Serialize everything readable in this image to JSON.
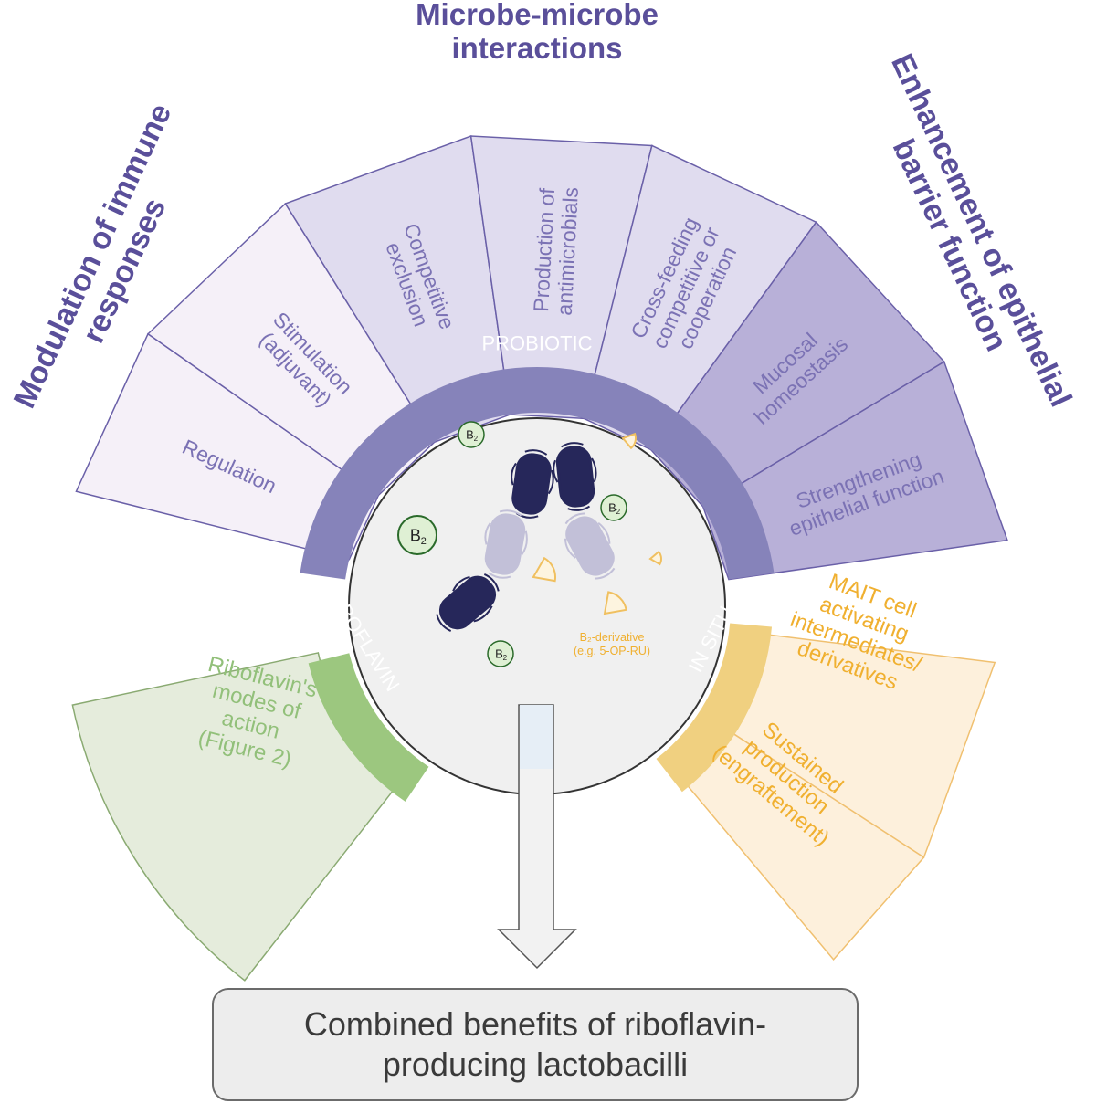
{
  "headings": {
    "immune": [
      "Modulation of immune",
      "responses"
    ],
    "microbe": [
      "Microbe-microbe",
      "interactions"
    ],
    "barrier": [
      "Enhancement of epithelial",
      "barrier function"
    ]
  },
  "probiotic_segments": [
    {
      "key": "regulation",
      "lines": [
        "Regulation"
      ]
    },
    {
      "key": "stimulation",
      "lines": [
        "Stimulation",
        "(adjuvant)"
      ]
    },
    {
      "key": "competitive-exclusion",
      "lines": [
        "Competitive",
        "exclusion"
      ]
    },
    {
      "key": "antimicrobials",
      "lines": [
        "Production of",
        "antimicrobials"
      ]
    },
    {
      "key": "cross-feeding",
      "lines": [
        "Cross-feeding",
        "competitive or",
        "cooperation"
      ]
    },
    {
      "key": "mucosal-homeostasis",
      "lines": [
        "Mucosal",
        "homeostasis"
      ]
    },
    {
      "key": "strengthening",
      "lines": [
        "Strengthening",
        "epithelial function"
      ]
    }
  ],
  "band_labels": {
    "probiotic": "PROBIOTIC",
    "riboflavin": "RIBOFLAVIN",
    "in_situ": "IN SITU"
  },
  "riboflavin_panel": {
    "lines": [
      "Riboflavin's",
      "modes of",
      "action",
      "(Figure 2)"
    ]
  },
  "in_situ_segments": [
    {
      "key": "mait",
      "lines": [
        "MAIT cell",
        "activating",
        "intermediates/",
        "derivatives"
      ]
    },
    {
      "key": "sustained",
      "lines": [
        "Sustained",
        "production",
        "(engraftement)"
      ]
    }
  ],
  "center": {
    "b2_label": "B",
    "b2_subscript": "2",
    "derivative_lines": [
      "B₂-derivative",
      "(e.g. 5-OP-RU)"
    ]
  },
  "result": {
    "text": "Combined benefits of riboflavin-producing lactobacilli"
  },
  "colors": {
    "immune_fill": "#f5f0f8",
    "microbe_fill": "#e0dcef",
    "barrier_fill": "#b8b0d8",
    "purple_band": "#8683ba",
    "purple_text": "#6f66a8",
    "heading_purple": "#5a4f9a",
    "green_fill": "#e5ecdc",
    "green_band": "#9cc77f",
    "green_text": "#92c07a",
    "orange_fill": "#fdf0dc",
    "orange_band": "#f0d080",
    "orange_text": "#f0b030",
    "center_fill": "#f0f0f0",
    "bacteria_dark": "#26275a",
    "bacteria_light": "#c2c0d8"
  }
}
